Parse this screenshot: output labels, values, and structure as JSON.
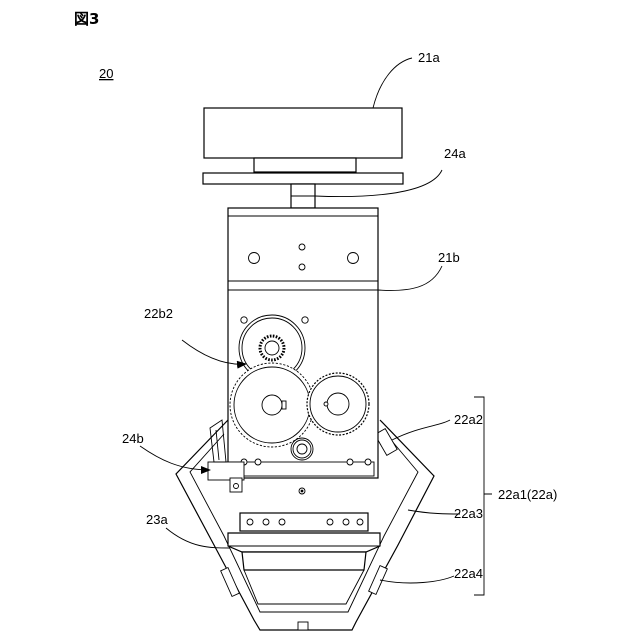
{
  "figure": {
    "title": "図3",
    "ref": "20"
  },
  "labels": {
    "l21a": "21a",
    "l24a": "24a",
    "l21b": "21b",
    "l22b2": "22b2",
    "l24b": "24b",
    "l22a2": "22a2",
    "l22a1": "22a1(22a)",
    "l23a": "23a",
    "l22a3": "22a3",
    "l22a4": "22a4"
  }
}
